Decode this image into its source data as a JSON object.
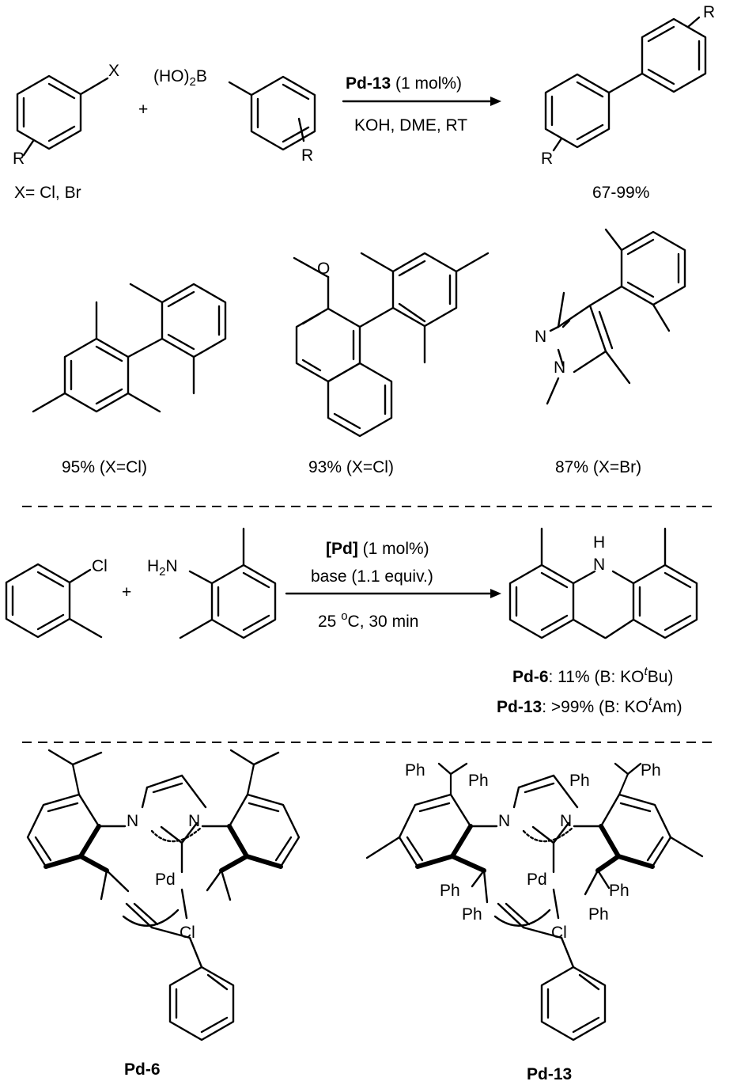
{
  "reaction1": {
    "reactant1": {
      "substituent": "X",
      "ring_substituent": "R",
      "note": "X= Cl, Br"
    },
    "reactant2": {
      "boronic_prefix": "(HO)",
      "boronic_sub": "2",
      "boronic_atom": "B",
      "ring_substituent": "R"
    },
    "plus": "+",
    "catalyst": {
      "name": "Pd-13",
      "loading": " (1 mol%)"
    },
    "conditions": "KOH, DME, RT",
    "product": {
      "substituent_top": "R",
      "substituent_bottom": "R",
      "yield": "67-99%"
    }
  },
  "examples": [
    {
      "yield": "95% (X=Cl)"
    },
    {
      "yield": "93% (X=Cl)",
      "atom_o": "O"
    },
    {
      "yield": "87% (X=Br)",
      "atom_n1": "N",
      "atom_n2": "N"
    }
  ],
  "reaction2": {
    "reactant1": {
      "atom": "Cl"
    },
    "plus": "+",
    "reactant2": {
      "amine_h": "H",
      "amine_sub": "2",
      "amine_n": "N"
    },
    "catalyst": {
      "name": "[Pd]",
      "loading": " (1 mol%)"
    },
    "base": "base (1.1 equiv.)",
    "temp_prefix": "25 ",
    "temp_sup": "o",
    "temp_suffix": "C, 30 min",
    "product": {
      "atom_h": "H",
      "atom_n": "N"
    },
    "results": [
      {
        "catalyst": "Pd-6",
        "text": ": 11% (B: KO",
        "sup": "t",
        "base_end": "Bu)"
      },
      {
        "catalyst": "Pd-13",
        "text": ": >99% (B: KO",
        "sup": "t",
        "base_end": "Am)"
      }
    ]
  },
  "complexes": [
    {
      "name": "Pd-6",
      "atom_n": "N",
      "atom_pd": "Pd",
      "atom_cl": "Cl"
    },
    {
      "name": "Pd-13",
      "atom_n": "N",
      "atom_pd": "Pd",
      "atom_cl": "Cl",
      "atom_ph": "Ph"
    }
  ]
}
